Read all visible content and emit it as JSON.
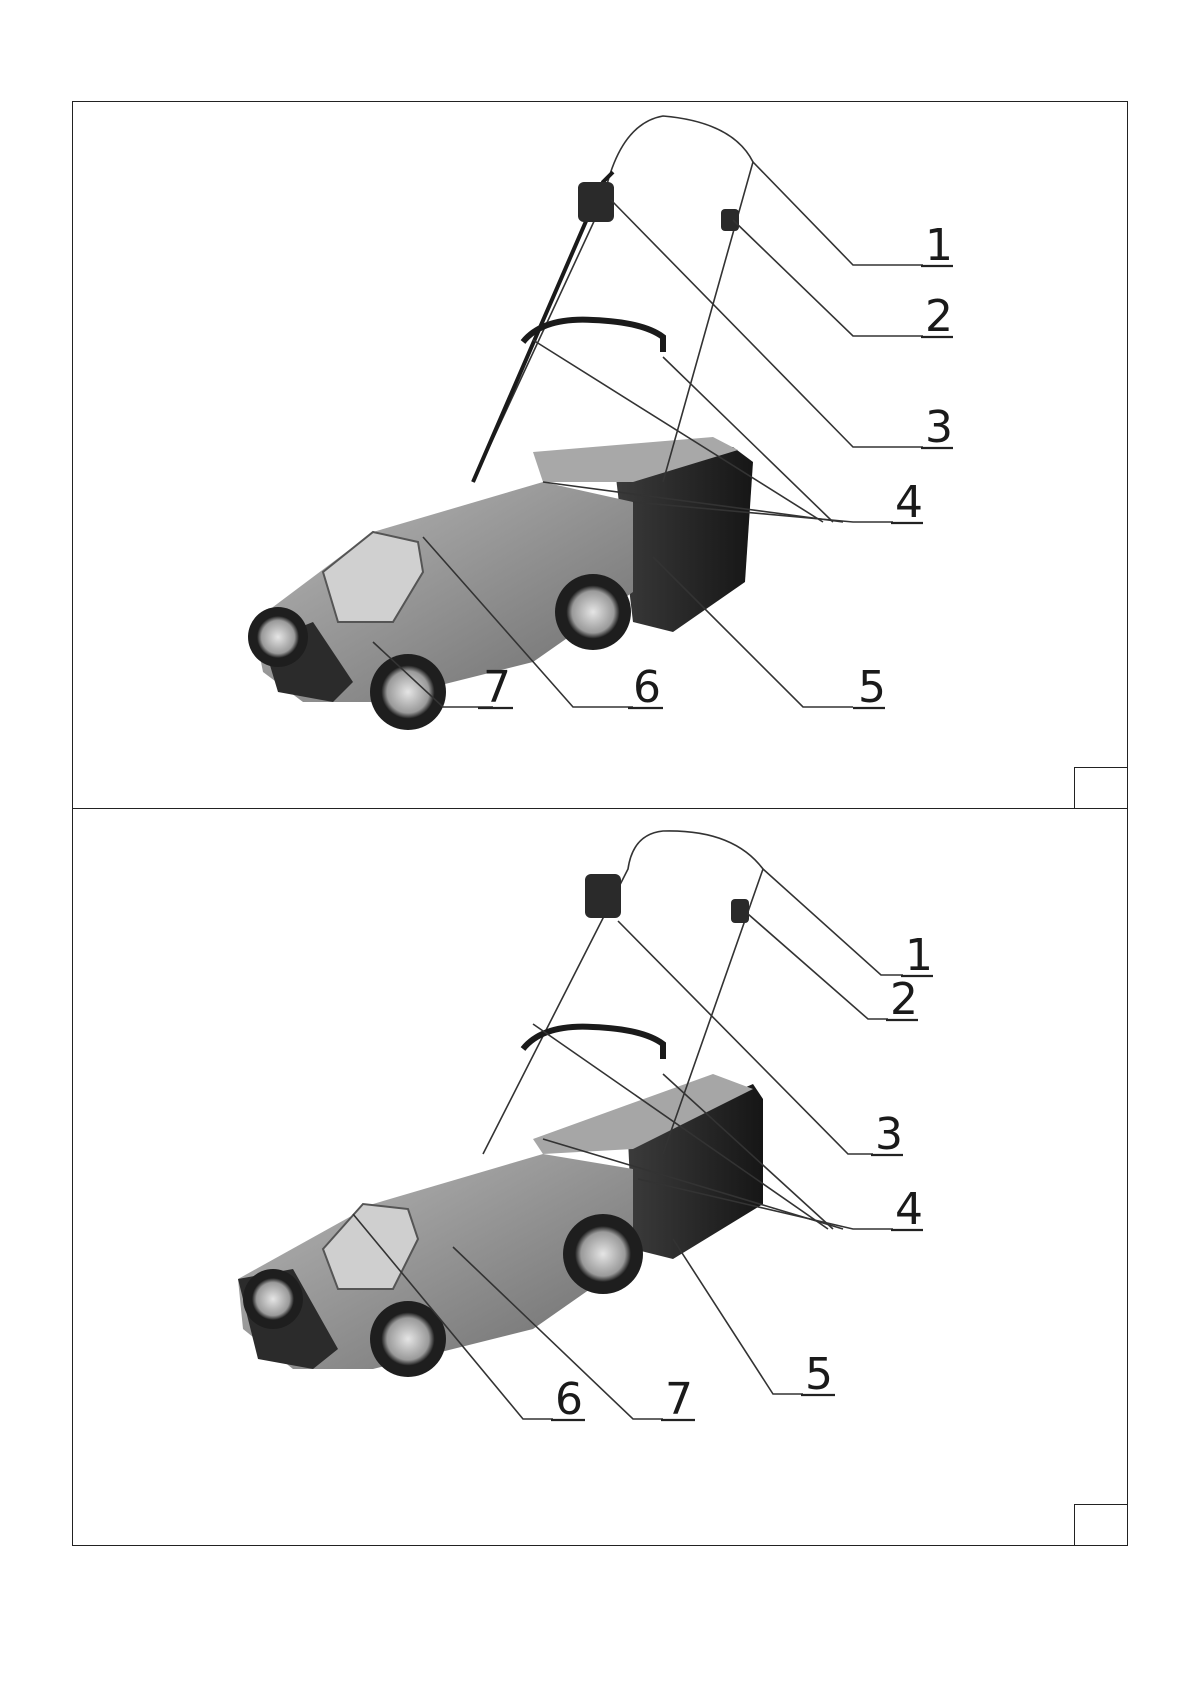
{
  "figure_a": {
    "labels": [
      "1",
      "2",
      "3",
      "4",
      "5",
      "6",
      "7"
    ]
  },
  "figure_b": {
    "labels": [
      "1",
      "2",
      "3",
      "4",
      "5",
      "6",
      "7"
    ]
  },
  "colors": {
    "frame": "#222222",
    "body_grey": "#8c8c8c",
    "dark": "#1e1e1e",
    "bag": "#2a2a2a"
  }
}
